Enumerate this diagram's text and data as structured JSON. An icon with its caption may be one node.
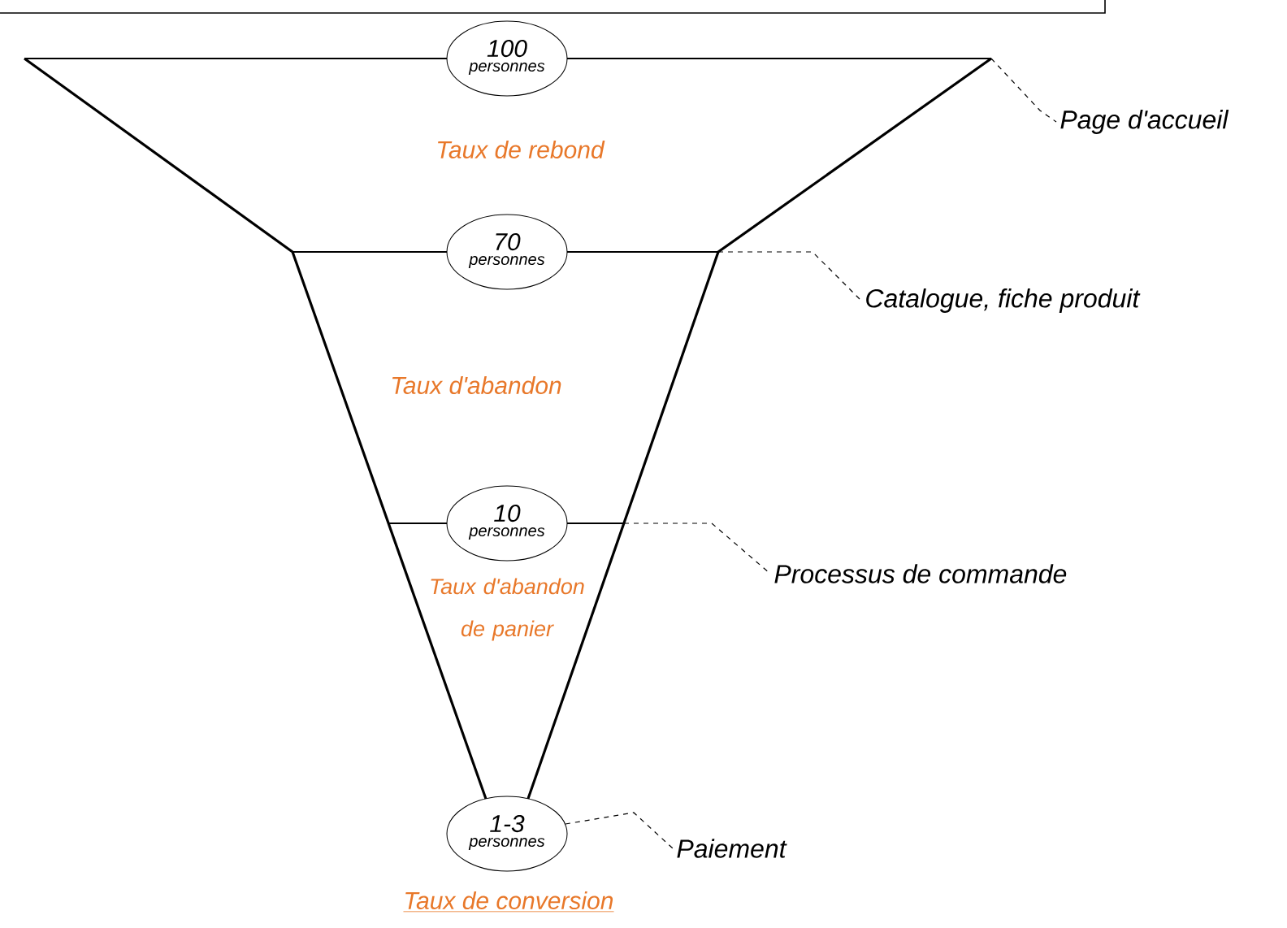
{
  "diagram": {
    "nodes": [
      {
        "text": [
          "100",
          "personnes"
        ]
      },
      {
        "text": [
          "Page d'accueil"
        ]
      },
      {
        "text": [
          "70",
          "personnes"
        ]
      },
      {
        "text": [
          "Catalogue, fiche produit"
        ]
      },
      {
        "text": [
          "10",
          "personnes"
        ]
      },
      {
        "text": [
          "Processus de commande"
        ]
      },
      {
        "text": [
          "1-3",
          "personnes"
        ]
      },
      {
        "text": [
          "Paiement"
        ]
      }
    ],
    "edges": [
      {
        "from": null,
        "to": 1,
        "arrow": "none",
        "style": "dashed"
      },
      {
        "from": null,
        "to": 3,
        "arrow": "none",
        "style": "dashed"
      },
      {
        "from": null,
        "to": 5,
        "arrow": "none",
        "style": "dashed"
      },
      {
        "from": 6,
        "to": 7,
        "arrow": "none",
        "style": "dashed"
      }
    ],
    "labels": [
      "Taux de rebond",
      "Taux d'abandon",
      "Taux d'abandon de panier",
      "Taux de conversion"
    ]
  }
}
